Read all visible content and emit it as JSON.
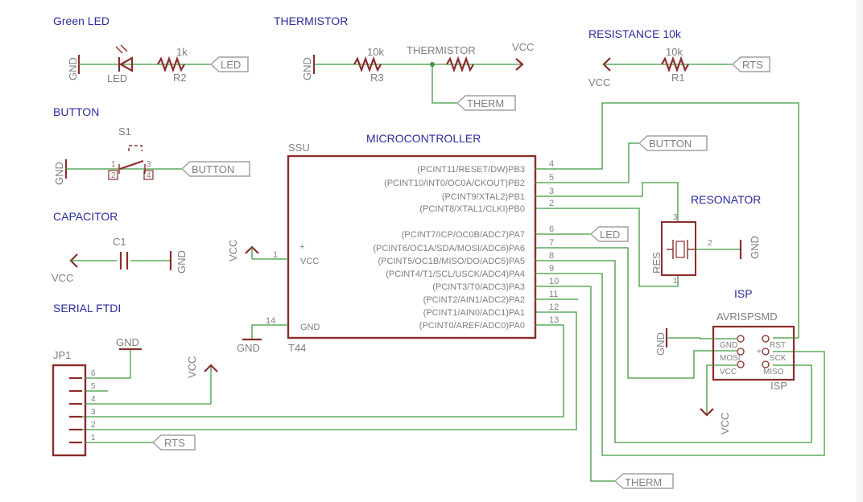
{
  "sections": {
    "green_led": "Green LED",
    "thermistor": "THERMISTOR",
    "resistance": "RESISTANCE 10k",
    "button": "BUTTON",
    "microcontroller": "MICROCONTROLLER",
    "resonator": "RESONATOR",
    "capacitor": "CAPACITOR",
    "serial": "SERIAL FTDI",
    "isp": "ISP"
  },
  "nets": {
    "gnd": "GND",
    "vcc": "VCC",
    "led": "LED",
    "therm": "THERM",
    "rts": "RTS",
    "button": "BUTTON"
  },
  "parts": {
    "led_name": "LED",
    "r2_value": "1k",
    "r2_name": "R2",
    "r3_value": "10k",
    "r3_name": "R3",
    "thermistor_name": "THERMISTOR",
    "r1_value": "10k",
    "r1_name": "R1",
    "s1_name": "S1",
    "c1_name": "C1",
    "mcu_name": "SSU",
    "mcu_value": "T44",
    "mcu_vcc": "VCC",
    "mcu_gnd": "GND",
    "res_name": "RES",
    "jp1_name": "JP1",
    "isp_value": "AVRISPSMD",
    "isp_name": "ISP"
  },
  "mcu_pins_right": [
    {
      "label": "(PCINT11/RESET/DW)PB3",
      "num": "4"
    },
    {
      "label": "(PCINT10/INT0/OC0A/CKOUT)PB2",
      "num": "5"
    },
    {
      "label": "(PCINT9/XTAL2)PB1",
      "num": "3"
    },
    {
      "label": "(PCINT8/XTAL1/CLKI)PB0",
      "num": "2"
    },
    {
      "label": "(PCINT7/ICP/OC0B/ADC7)PA7",
      "num": "6"
    },
    {
      "label": "(PCINT6/OC1A/SDA/MOSI/ADC6)PA6",
      "num": "7"
    },
    {
      "label": "(PCINT5/OC1B/MISO/DO/ADC5)PA5",
      "num": "8"
    },
    {
      "label": "(PCINT4/T1/SCL/USCK/ADC4)PA4",
      "num": "9"
    },
    {
      "label": "(PCINT3/T0/ADC3)PA3",
      "num": "10"
    },
    {
      "label": "(PCINT2/AIN1/ADC2)PA2",
      "num": "11"
    },
    {
      "label": "(PCINT1/AIN0/ADC1)PA1",
      "num": "12"
    },
    {
      "label": "(PCINT0/AREF/ADC0)PA0",
      "num": "13"
    }
  ],
  "mcu_pins_left": [
    {
      "num": "1"
    },
    {
      "num": "14"
    }
  ],
  "pin_numbers": {
    "s1": [
      "1",
      "2",
      "3",
      "4"
    ],
    "resonator": [
      "3",
      "2",
      "1"
    ],
    "jp1": [
      "6",
      "5",
      "4",
      "3",
      "2",
      "1"
    ]
  },
  "isp_pins": {
    "left": [
      "GND",
      "MOSI",
      "VCC"
    ],
    "right": [
      "RST",
      "SCK",
      "MISO"
    ]
  },
  "colors": {
    "wire": "#3f9b3f",
    "part": "#8b2c2c",
    "section_title": "#2b2b9c",
    "label": "#7f7f7f"
  }
}
